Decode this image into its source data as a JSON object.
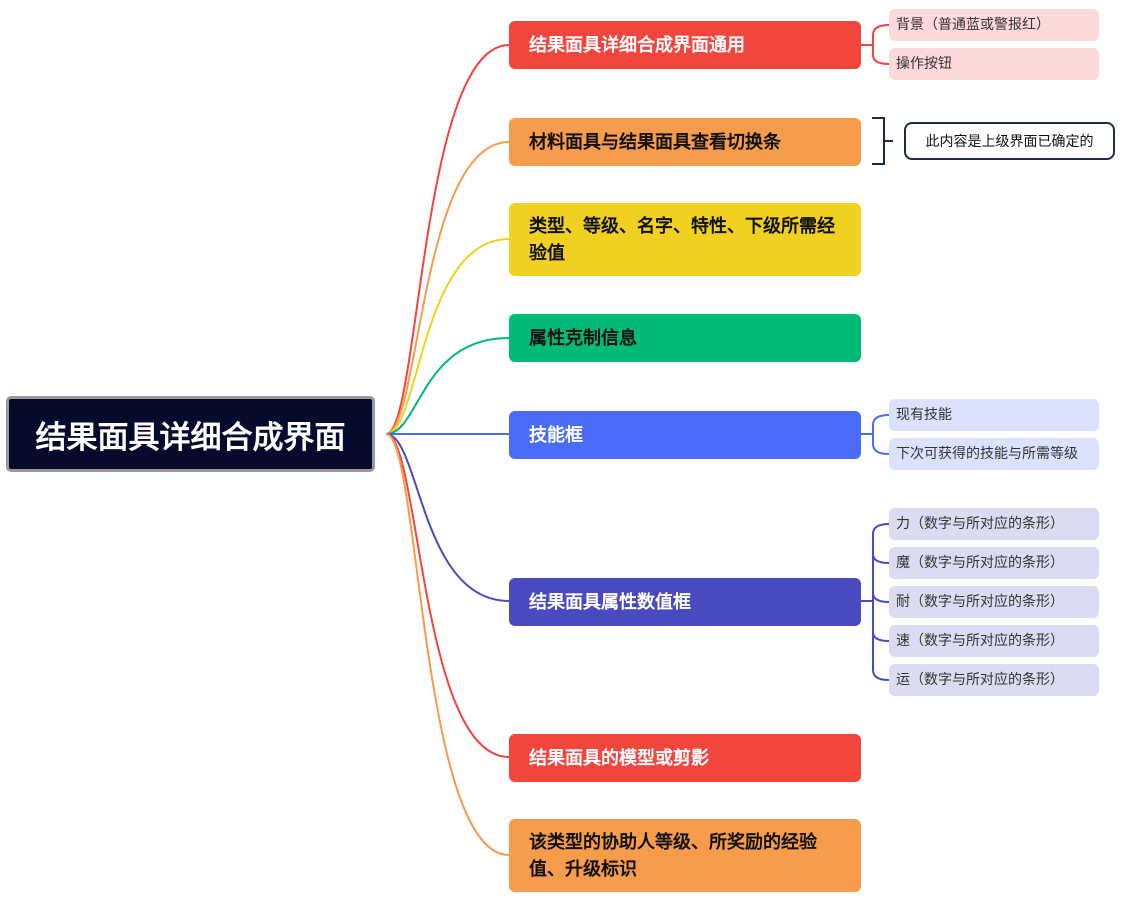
{
  "root": {
    "label": "结果面具详细合成界面"
  },
  "branches": [
    {
      "label": "结果面具详细合成界面通用",
      "color": "#f2453d"
    },
    {
      "label": "材料面具与结果面具查看切换条",
      "color": "#f69c4a"
    },
    {
      "label": "类型、等级、名字、特性、下级所需经验值",
      "color": "#f1d11f"
    },
    {
      "label": "属性克制信息",
      "color": "#00bb78"
    },
    {
      "label": "技能框",
      "color": "#4a6cf9"
    },
    {
      "label": "结果面具属性数值框",
      "color": "#4a4ac0"
    },
    {
      "label": "结果面具的模型或剪影",
      "color": "#f2453d"
    },
    {
      "label": "该类型的协助人等级、所奖励的经验值、升级标识",
      "color": "#f69c4a"
    }
  ],
  "leaves": {
    "common": [
      "背景（普通蓝或警报红）",
      "操作按钮"
    ],
    "skills": [
      "现有技能",
      "下次可获得的技能与所需等级"
    ],
    "stats": [
      "力（数字与所对应的条形）",
      "魔（数字与所对应的条形）",
      "耐（数字与所对应的条形）",
      "速（数字与所对应的条形）",
      "运（数字与所对应的条形）"
    ]
  },
  "note": {
    "label": "此内容是上级界面已确定的"
  }
}
